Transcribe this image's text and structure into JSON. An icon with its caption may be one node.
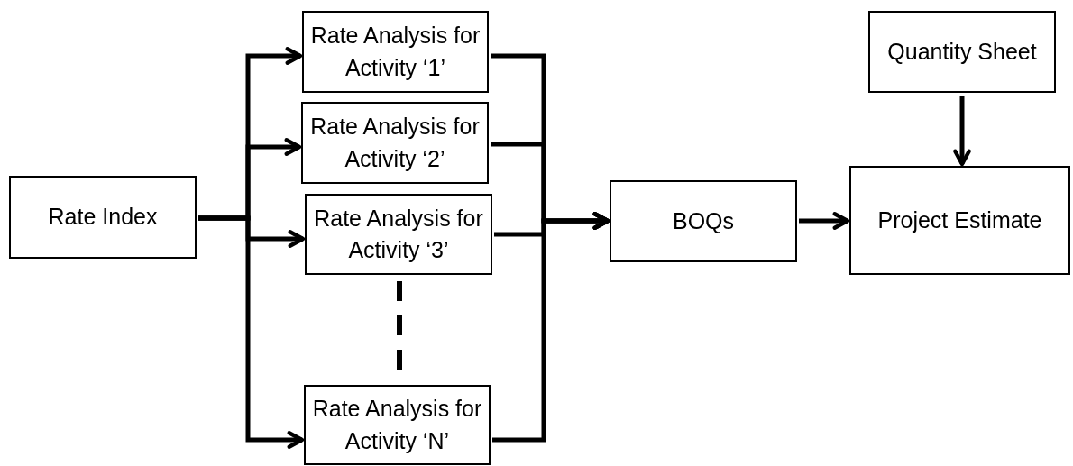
{
  "diagram": {
    "nodes": [
      {
        "text": [
          "Rate Index"
        ]
      },
      {
        "text": [
          "Rate Analysis for Activity ‘1’"
        ]
      },
      {
        "text": [
          "Rate Analysis for Activity ‘2’"
        ]
      },
      {
        "text": [
          "Rate Analysis for Activity ‘3’"
        ]
      },
      {
        "text": [
          "Rate Analysis for Activity ‘N’"
        ]
      },
      {
        "text": [
          "BOQs"
        ]
      },
      {
        "text": [
          "Quantity Sheet"
        ]
      },
      {
        "text": [
          "Project Estimate"
        ]
      }
    ],
    "edges": [
      {
        "from": 0,
        "to": 1,
        "arrow": "to"
      },
      {
        "from": 0,
        "to": 2,
        "arrow": "to"
      },
      {
        "from": 0,
        "to": 3,
        "arrow": "to"
      },
      {
        "from": 0,
        "to": 4,
        "arrow": "to"
      },
      {
        "from": 1,
        "to": 5,
        "arrow": "to"
      },
      {
        "from": 2,
        "to": 5,
        "arrow": "to"
      },
      {
        "from": 3,
        "to": 5,
        "arrow": "to"
      },
      {
        "from": 4,
        "to": 5,
        "arrow": "to"
      },
      {
        "from": 5,
        "to": 7,
        "arrow": "to"
      },
      {
        "from": 6,
        "to": 7,
        "arrow": "to"
      },
      {
        "from": 3,
        "to": 4,
        "arrow": "none",
        "style": "dashed"
      }
    ]
  }
}
